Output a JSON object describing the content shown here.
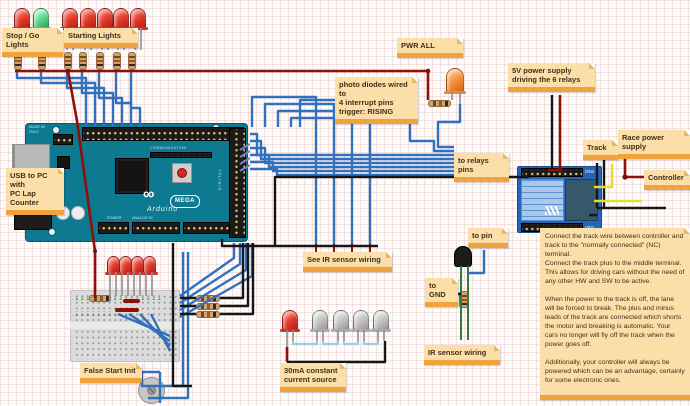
{
  "notes": {
    "stop_go": "Stop / Go Lights",
    "starting_lights": "Starting Lights",
    "pwr_all": "PWR ALL",
    "photo_diodes": "photo diodes wired to\n4 interrupt pins\ntrigger: RISING",
    "power_supply_5v": "5V power supply\ndriving the 6 relays",
    "to_relays": "to relays pins",
    "track": "Track",
    "race_power": "Race power supply",
    "controller": "Controller",
    "usb_pc": "USB to PC with\nPC Lap Counter",
    "see_ir": "See IR sensor wiring",
    "to_pin": "to pin",
    "to_gnd": "to\nGND",
    "ir_wiring": "IR sensor wiring",
    "current_source": "30mA constant\ncurrent source",
    "false_start": "False Start Init",
    "track_info": "Connect the track wire between controller and track to the \"normally connected\" (NC) terminal.\nConnect the track plus to the middle terminal.\nThis allows for driving cars without the need of any other HW and SW to be active.\n\nWhen the power to the track is off, the lane will be forced to break. The plus and minus leads of the track are connected which shorts the motor and breaking is automatic. Your cars no longer will fly off the track when the power goes off.\n\nAdditionally, your controller will always be powered which can be an advantage, certainly for some electronic ones."
  },
  "arduino": {
    "made_in": "MADE IN\nITALY",
    "communication": "COMMUNICATION",
    "infinity": "∞",
    "mega": "MEGA",
    "brand": "Arduino",
    "power": "POWER",
    "analog_in": "ANALOG IN",
    "digital": "DIGITAL"
  },
  "relay": {
    "channel_top": "ON1",
    "channel_bottom": "ON1"
  },
  "colors": {
    "wire_blue": "#3070bd",
    "wire_red": "#8e1006",
    "wire_black": "#161616",
    "wire_yellow": "#e3dc35",
    "wire_lightblue": "#9ccbe8",
    "lead_green": "#2e7d3a",
    "note_bg": "#fcdfa8",
    "note_bar": "#f0a23c",
    "board_teal": "#0e7a92",
    "relay_blue": "#2565b8"
  }
}
